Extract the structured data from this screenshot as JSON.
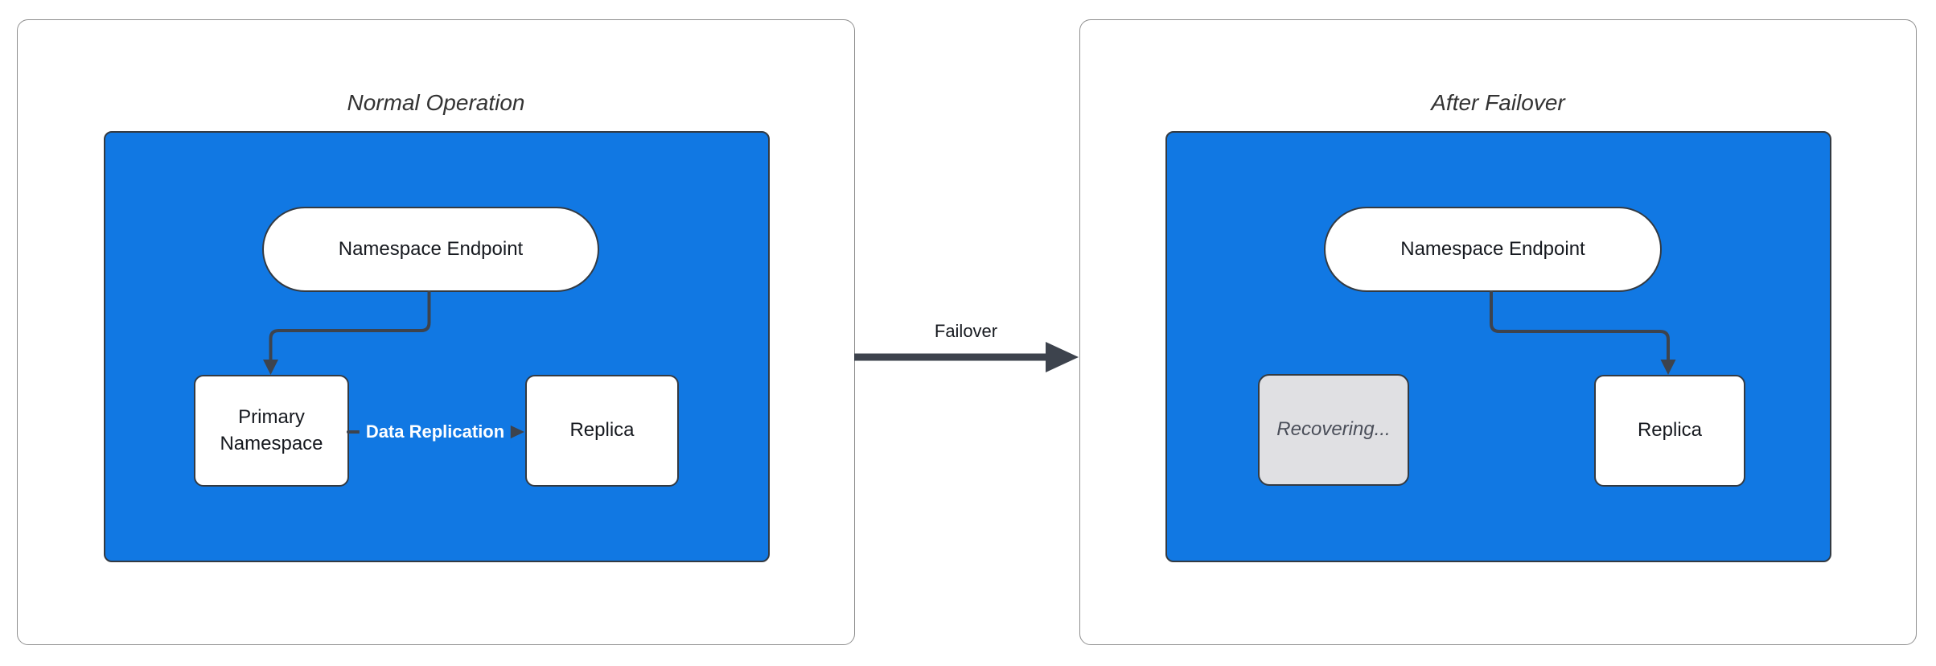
{
  "colors": {
    "cluster_fill": "#1178e3",
    "cluster_border": "#333a42",
    "node_fill": "#ffffff",
    "node_border": "#333a42",
    "node_text": "#16191f",
    "edge": "#3d434d",
    "panel_border": "#8f8f8f",
    "title_text": "#333333",
    "recovering_fill": "#e0e0e3",
    "recovering_border": "#333a42",
    "recovering_text": "#4a4e59",
    "edge_label_text": "#ffffff",
    "background": "#ffffff"
  },
  "panels": [
    {
      "title": "Normal Operation",
      "nodes": {
        "endpoint": "Namespace Endpoint",
        "primary": "Primary Namespace",
        "replica": "Replica"
      },
      "edge_label": "Data Replication"
    },
    {
      "title": "After Failover",
      "nodes": {
        "endpoint": "Namespace Endpoint",
        "recovering": "Recovering...",
        "replica": "Replica"
      }
    }
  ],
  "connector": {
    "label": "Failover"
  }
}
